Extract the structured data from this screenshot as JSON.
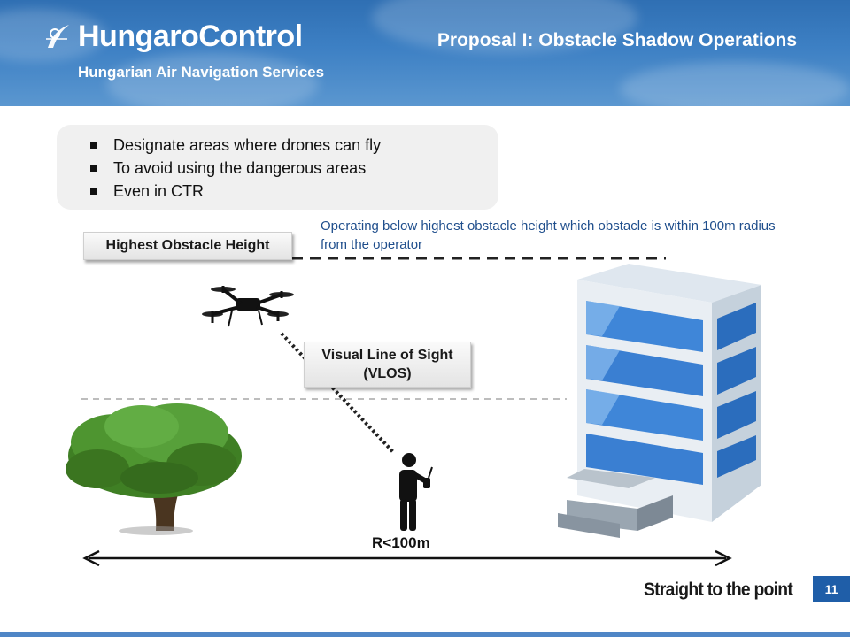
{
  "header": {
    "logo_name": "HungaroControl",
    "logo_subtitle": "Hungarian Air Navigation Services",
    "title": "Proposal I: Obstacle Shadow Operations"
  },
  "bullets": [
    "Designate areas where drones can fly",
    "To avoid using the dangerous areas",
    "Even in CTR"
  ],
  "diagram": {
    "highest_obstacle_label": "Highest Obstacle Height",
    "operating_note": "Operating below highest obstacle height which obstacle is within 100m radius from the operator",
    "vlos_label_line1": "Visual Line of Sight",
    "vlos_label_line2": "(VLOS)",
    "radius_label": "R<100m",
    "icons": [
      "drone-icon",
      "operator-icon",
      "tree-icon",
      "building-icon"
    ]
  },
  "footer": {
    "tagline": "Straight to the point",
    "page_number": "11"
  },
  "colors": {
    "header_blue": "#3d80c4",
    "note_text": "#1f4e8c",
    "page_badge": "#1f5ea8"
  }
}
